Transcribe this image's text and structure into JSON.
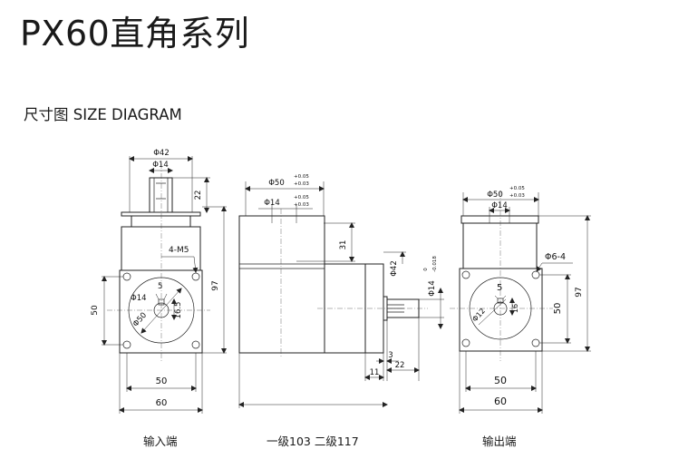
{
  "title": "PX60直角系列",
  "subtitle": "尺寸图 SIZE DIAGRAM",
  "captions": {
    "input_end": "输入端",
    "stage_lengths": "一级103  二级117",
    "output_end": "输出端"
  },
  "left_view": {
    "phi42": "Φ42",
    "phi14": "Φ14",
    "dim22": "22",
    "holes": "4-M5",
    "dim97": "97",
    "dim50_side": "50",
    "bore_phi14": "Φ14",
    "key5": "5",
    "bore16_5": "16.5",
    "pcd_phi50": "Φ50",
    "dim50": "50",
    "dim60": "60"
  },
  "middle_view": {
    "phi50": "Φ50",
    "tol50_upper": "+0.05",
    "tol50_lower": "+0.03",
    "phi14": "Φ14",
    "tol14_upper": "+0.05",
    "tol14_lower": "+0.03",
    "dim31": "31",
    "phi42": "Φ42",
    "shaft_phi14": "Φ14",
    "shaft_tol_upper": "0",
    "shaft_tol_lower": "-0.018",
    "dim3": "3",
    "dim11": "11",
    "dim22": "22"
  },
  "right_view": {
    "phi50": "Φ50",
    "tol50_upper": "+0.05",
    "tol50_lower": "+0.03",
    "phi14": "Φ14",
    "holes": "Φ6-4",
    "dim97": "97",
    "dim50_side": "50",
    "key5": "5",
    "phi12": "Φ12",
    "dim16": "16",
    "dim50": "50",
    "dim60": "60"
  }
}
